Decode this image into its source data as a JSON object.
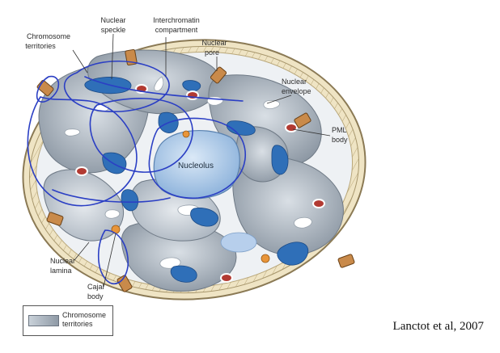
{
  "labels": {
    "chromosome_territories": [
      "Chromosome",
      "territories"
    ],
    "nuclear_speckle": [
      "Nuclear",
      "speckle"
    ],
    "interchromatin_compartment": [
      "Interchromatin",
      "compartment"
    ],
    "nuclear_pore": [
      "Nuclear",
      "pore"
    ],
    "nuclear_envelope": [
      "Nuclear",
      "envelope"
    ],
    "pml_body": [
      "PML",
      "body"
    ],
    "nucleolus": "Nucleolus",
    "nuclear_lamina": [
      "Nuclear",
      "lamina"
    ],
    "cajal_body": [
      "Cajal",
      "body"
    ]
  },
  "legend": {
    "label_lines": [
      "Chromosome",
      "territories"
    ]
  },
  "citation": "Lanctot et al, 2007",
  "colors": {
    "envelope": "#e9dcb8",
    "territory_dark": "#8c98a5",
    "territory_light": "#c7cfd8",
    "speckle": "#2f6fb8",
    "nucleolus": "#b9d2ee",
    "pml": "#b23a32",
    "cajal": "#e8953a",
    "pore": "#c98a4a",
    "annotation_ink": "#2b3fc4"
  }
}
